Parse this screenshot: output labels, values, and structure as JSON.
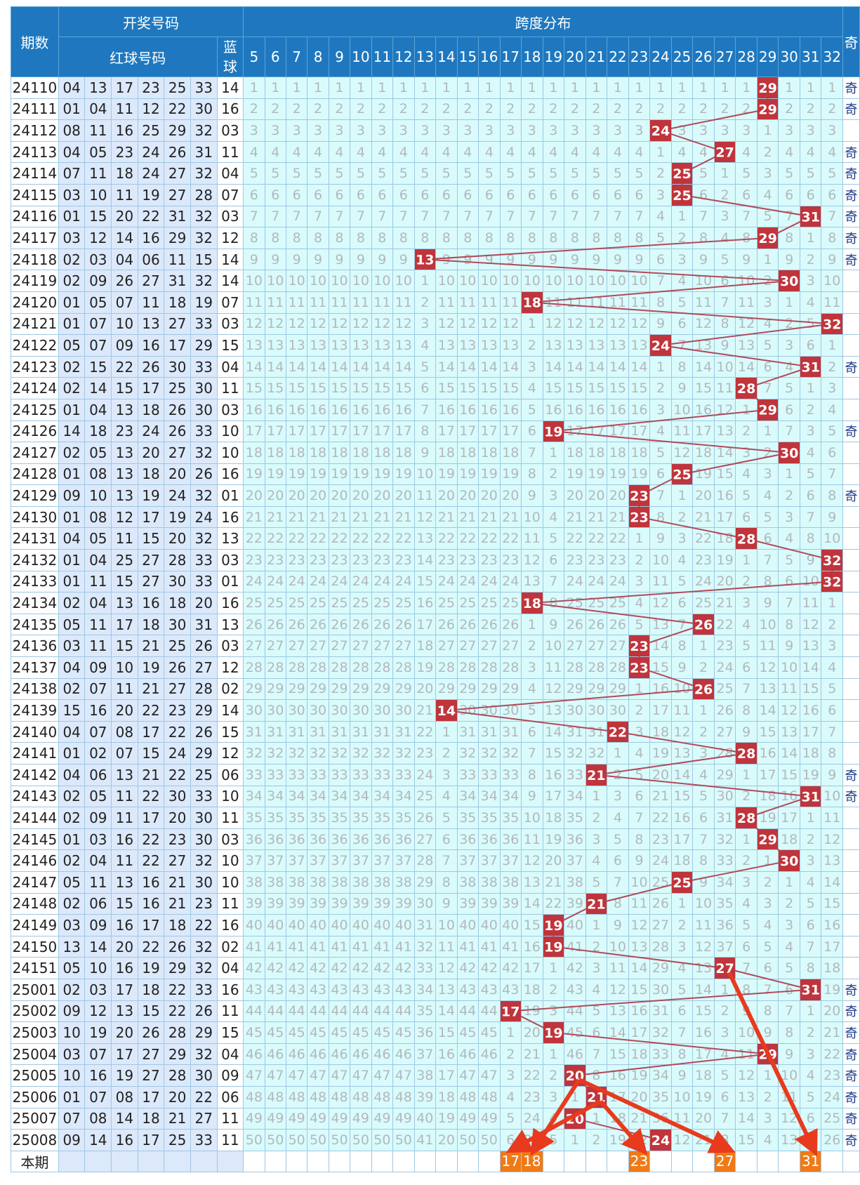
{
  "header": {
    "issue_label": "期数",
    "draw_label": "开奖号码",
    "red_label": "红球号码",
    "blue_label": "蓝球",
    "span_label": "跨度分布",
    "extra_label": "奇",
    "current_label": "本期"
  },
  "colors": {
    "header_bg": "#1f78bf",
    "red_col_bg": "#dce9fb",
    "span_bg": "#d9fbfb",
    "hit_bg": "#c0343b",
    "pick_bg": "#f07a16",
    "line": "#b04a5a",
    "arrow": "#e83a1e"
  },
  "chart_data": {
    "type": "table",
    "span_columns": [
      5,
      6,
      7,
      8,
      9,
      10,
      11,
      12,
      13,
      14,
      15,
      16,
      17,
      18,
      19,
      20,
      21,
      22,
      23,
      24,
      25,
      26,
      27,
      28,
      29,
      30,
      31,
      32
    ],
    "rows": [
      {
        "issue": "24110",
        "reds": [
          "04",
          "13",
          "17",
          "23",
          "25",
          "33"
        ],
        "blue": "14",
        "span": 29
      },
      {
        "issue": "24111",
        "reds": [
          "01",
          "04",
          "11",
          "12",
          "22",
          "30"
        ],
        "blue": "16",
        "span": 29
      },
      {
        "issue": "24112",
        "reds": [
          "08",
          "11",
          "16",
          "25",
          "29",
          "32"
        ],
        "blue": "03",
        "span": 24
      },
      {
        "issue": "24113",
        "reds": [
          "04",
          "05",
          "23",
          "24",
          "26",
          "31"
        ],
        "blue": "11",
        "span": 27
      },
      {
        "issue": "24114",
        "reds": [
          "07",
          "11",
          "18",
          "24",
          "27",
          "32"
        ],
        "blue": "04",
        "span": 25
      },
      {
        "issue": "24115",
        "reds": [
          "03",
          "10",
          "11",
          "19",
          "27",
          "28"
        ],
        "blue": "07",
        "span": 25
      },
      {
        "issue": "24116",
        "reds": [
          "01",
          "15",
          "20",
          "22",
          "31",
          "32"
        ],
        "blue": "03",
        "span": 31
      },
      {
        "issue": "24117",
        "reds": [
          "03",
          "12",
          "14",
          "16",
          "29",
          "32"
        ],
        "blue": "12",
        "span": 29
      },
      {
        "issue": "24118",
        "reds": [
          "02",
          "03",
          "04",
          "06",
          "11",
          "15"
        ],
        "blue": "14",
        "span": 13
      },
      {
        "issue": "24119",
        "reds": [
          "02",
          "09",
          "26",
          "27",
          "31",
          "32"
        ],
        "blue": "14",
        "span": 30
      },
      {
        "issue": "24120",
        "reds": [
          "01",
          "05",
          "07",
          "11",
          "18",
          "19"
        ],
        "blue": "07",
        "span": 18
      },
      {
        "issue": "24121",
        "reds": [
          "01",
          "07",
          "10",
          "13",
          "27",
          "33"
        ],
        "blue": "03",
        "span": 32
      },
      {
        "issue": "24122",
        "reds": [
          "05",
          "07",
          "09",
          "16",
          "17",
          "29"
        ],
        "blue": "15",
        "span": 24
      },
      {
        "issue": "24123",
        "reds": [
          "02",
          "15",
          "22",
          "26",
          "30",
          "33"
        ],
        "blue": "04",
        "span": 31
      },
      {
        "issue": "24124",
        "reds": [
          "02",
          "14",
          "15",
          "17",
          "25",
          "30"
        ],
        "blue": "11",
        "span": 28
      },
      {
        "issue": "24125",
        "reds": [
          "01",
          "04",
          "13",
          "18",
          "26",
          "30"
        ],
        "blue": "03",
        "span": 29
      },
      {
        "issue": "24126",
        "reds": [
          "14",
          "18",
          "23",
          "24",
          "26",
          "33"
        ],
        "blue": "10",
        "span": 19
      },
      {
        "issue": "24127",
        "reds": [
          "02",
          "05",
          "13",
          "20",
          "27",
          "32"
        ],
        "blue": "10",
        "span": 30
      },
      {
        "issue": "24128",
        "reds": [
          "01",
          "08",
          "13",
          "18",
          "20",
          "26"
        ],
        "blue": "16",
        "span": 25
      },
      {
        "issue": "24129",
        "reds": [
          "09",
          "10",
          "13",
          "19",
          "24",
          "32"
        ],
        "blue": "01",
        "span": 23
      },
      {
        "issue": "24130",
        "reds": [
          "01",
          "08",
          "12",
          "17",
          "19",
          "24"
        ],
        "blue": "16",
        "span": 23
      },
      {
        "issue": "24131",
        "reds": [
          "04",
          "05",
          "11",
          "15",
          "20",
          "32"
        ],
        "blue": "13",
        "span": 28
      },
      {
        "issue": "24132",
        "reds": [
          "01",
          "04",
          "25",
          "27",
          "28",
          "33"
        ],
        "blue": "03",
        "span": 32
      },
      {
        "issue": "24133",
        "reds": [
          "01",
          "11",
          "15",
          "27",
          "30",
          "33"
        ],
        "blue": "01",
        "span": 32
      },
      {
        "issue": "24134",
        "reds": [
          "02",
          "04",
          "13",
          "16",
          "18",
          "20"
        ],
        "blue": "16",
        "span": 18
      },
      {
        "issue": "24135",
        "reds": [
          "05",
          "11",
          "17",
          "18",
          "30",
          "31"
        ],
        "blue": "13",
        "span": 26
      },
      {
        "issue": "24136",
        "reds": [
          "03",
          "11",
          "15",
          "21",
          "25",
          "26"
        ],
        "blue": "03",
        "span": 23
      },
      {
        "issue": "24137",
        "reds": [
          "04",
          "09",
          "10",
          "19",
          "26",
          "27"
        ],
        "blue": "12",
        "span": 23
      },
      {
        "issue": "24138",
        "reds": [
          "02",
          "07",
          "11",
          "21",
          "27",
          "28"
        ],
        "blue": "02",
        "span": 26
      },
      {
        "issue": "24139",
        "reds": [
          "15",
          "16",
          "20",
          "22",
          "23",
          "29"
        ],
        "blue": "14",
        "span": 14
      },
      {
        "issue": "24140",
        "reds": [
          "04",
          "07",
          "08",
          "17",
          "22",
          "26"
        ],
        "blue": "15",
        "span": 22
      },
      {
        "issue": "24141",
        "reds": [
          "01",
          "02",
          "07",
          "15",
          "24",
          "29"
        ],
        "blue": "12",
        "span": 28
      },
      {
        "issue": "24142",
        "reds": [
          "04",
          "06",
          "13",
          "21",
          "22",
          "25"
        ],
        "blue": "06",
        "span": 21
      },
      {
        "issue": "24143",
        "reds": [
          "02",
          "05",
          "11",
          "22",
          "30",
          "33"
        ],
        "blue": "10",
        "span": 31
      },
      {
        "issue": "24144",
        "reds": [
          "02",
          "09",
          "11",
          "17",
          "20",
          "30"
        ],
        "blue": "11",
        "span": 28
      },
      {
        "issue": "24145",
        "reds": [
          "01",
          "03",
          "16",
          "22",
          "23",
          "30"
        ],
        "blue": "03",
        "span": 29
      },
      {
        "issue": "24146",
        "reds": [
          "02",
          "04",
          "11",
          "22",
          "27",
          "32"
        ],
        "blue": "10",
        "span": 30
      },
      {
        "issue": "24147",
        "reds": [
          "05",
          "11",
          "13",
          "16",
          "21",
          "30"
        ],
        "blue": "10",
        "span": 25
      },
      {
        "issue": "24148",
        "reds": [
          "02",
          "06",
          "15",
          "16",
          "21",
          "23"
        ],
        "blue": "11",
        "span": 21
      },
      {
        "issue": "24149",
        "reds": [
          "03",
          "09",
          "16",
          "17",
          "18",
          "22"
        ],
        "blue": "16",
        "span": 19
      },
      {
        "issue": "24150",
        "reds": [
          "13",
          "14",
          "20",
          "22",
          "26",
          "32"
        ],
        "blue": "02",
        "span": 19
      },
      {
        "issue": "24151",
        "reds": [
          "05",
          "10",
          "16",
          "19",
          "29",
          "32"
        ],
        "blue": "04",
        "span": 27
      },
      {
        "issue": "25001",
        "reds": [
          "02",
          "03",
          "17",
          "18",
          "22",
          "33"
        ],
        "blue": "16",
        "span": 31
      },
      {
        "issue": "25002",
        "reds": [
          "09",
          "12",
          "13",
          "15",
          "22",
          "26"
        ],
        "blue": "11",
        "span": 17
      },
      {
        "issue": "25003",
        "reds": [
          "10",
          "19",
          "20",
          "26",
          "28",
          "29"
        ],
        "blue": "15",
        "span": 19
      },
      {
        "issue": "25004",
        "reds": [
          "03",
          "07",
          "17",
          "27",
          "29",
          "32"
        ],
        "blue": "04",
        "span": 29
      },
      {
        "issue": "25005",
        "reds": [
          "10",
          "16",
          "19",
          "27",
          "28",
          "30"
        ],
        "blue": "09",
        "span": 20
      },
      {
        "issue": "25006",
        "reds": [
          "01",
          "07",
          "08",
          "17",
          "20",
          "22"
        ],
        "blue": "06",
        "span": 21
      },
      {
        "issue": "25007",
        "reds": [
          "07",
          "08",
          "14",
          "18",
          "21",
          "27"
        ],
        "blue": "11",
        "span": 20
      },
      {
        "issue": "25008",
        "reds": [
          "09",
          "14",
          "16",
          "17",
          "25",
          "33"
        ],
        "blue": "11",
        "span": 24
      }
    ],
    "current_picks": [
      17,
      18,
      23,
      27,
      31
    ],
    "extra_column_marks": [
      "奇",
      "奇",
      "",
      "奇",
      "奇",
      "奇",
      "奇",
      "奇",
      "奇",
      "",
      "",
      "",
      "",
      "奇",
      "",
      "",
      "奇",
      "",
      "",
      "奇",
      "",
      "",
      "",
      "",
      "",
      "",
      "",
      "",
      "",
      "",
      "",
      "",
      "奇",
      "奇",
      "",
      "",
      "",
      "",
      "",
      "",
      "",
      "",
      "奇",
      "奇",
      "奇",
      "奇",
      "奇",
      "奇",
      "奇",
      "奇"
    ]
  }
}
